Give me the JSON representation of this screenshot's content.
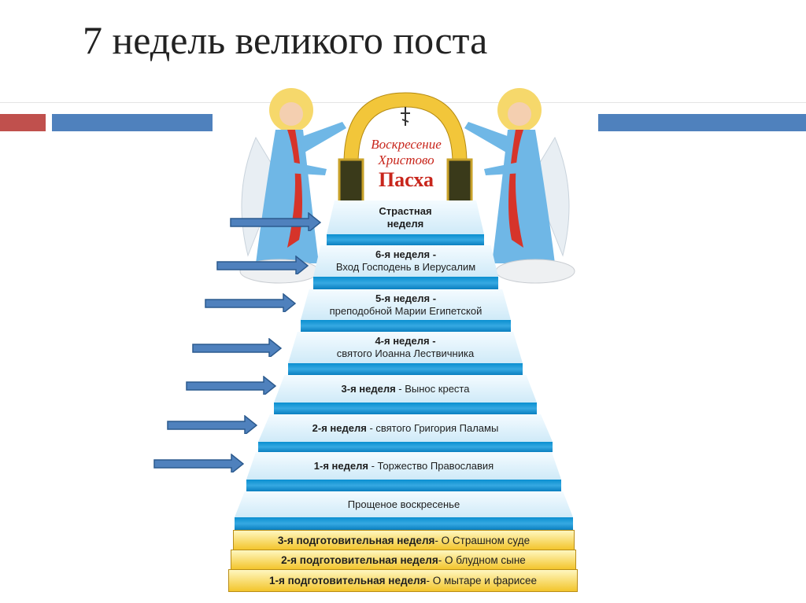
{
  "slide": {
    "title": "7 недель великого поста",
    "colors": {
      "accent_red": "#c0504d",
      "accent_blue": "#4f81bd",
      "step_blue": "#2ba3de",
      "gold": "#f3c52c",
      "arch_text": "#c8261c"
    }
  },
  "arch": {
    "line1": "Воскресение",
    "line2": "Христово",
    "line3": "Пасха"
  },
  "steps": [
    {
      "bold": "Страстная",
      "rest": "неделя"
    },
    {
      "bold": "6-я неделя -",
      "rest": "Вход Господень в Иерусалим"
    },
    {
      "bold": "5-я неделя -",
      "rest": "преподобной Марии Египетской"
    },
    {
      "bold": "4-я неделя -",
      "rest": "святого Иоанна Лествичника"
    },
    {
      "bold": "3-я неделя",
      "rest": " - Вынос креста"
    },
    {
      "bold": "2-я неделя",
      "rest": " - святого Григория Паламы"
    },
    {
      "bold": "1-я неделя",
      "rest": " - Торжество Православия"
    },
    {
      "bold": "",
      "rest": "Прощеное воскресенье"
    }
  ],
  "prep_weeks": [
    {
      "bold": "3-я подготовительная неделя",
      "rest": " - О Страшном суде"
    },
    {
      "bold": "2-я подготовительная неделя",
      "rest": " - О блудном сыне"
    },
    {
      "bold": "1-я подготовительная неделя",
      "rest": " - О мытаре и фарисее"
    }
  ]
}
